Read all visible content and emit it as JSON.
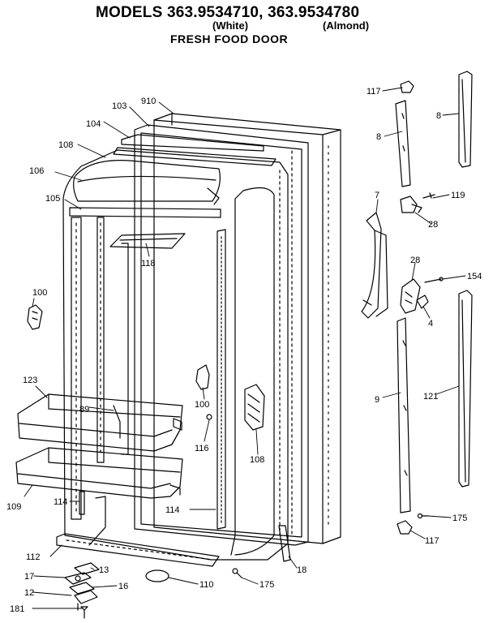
{
  "header": {
    "title": "MODELS 363.9534710, 363.9534780",
    "variant_white": "(White)",
    "variant_almond": "(Almond)",
    "subtitle": "FRESH FOOD DOOR"
  },
  "parts": {
    "p910": "910",
    "p103": "103",
    "p104": "104",
    "p108a": "108",
    "p106": "106",
    "p105": "105",
    "p118": "118",
    "p100a": "100",
    "p123": "123",
    "p89": "89",
    "p100b": "100",
    "p116": "116",
    "p108b": "108",
    "p109": "109",
    "p114a": "114",
    "p114b": "114",
    "p112": "112",
    "p13": "13",
    "p17": "17",
    "p16": "16",
    "p12": "12",
    "p181": "181",
    "p110": "110",
    "p175a": "175",
    "p18": "18",
    "p117a": "117",
    "p8a": "8",
    "p8b": "8",
    "p7": "7",
    "p119": "119",
    "p28a": "28",
    "p28b": "28",
    "p154": "154",
    "p4": "4",
    "p9": "9",
    "p121": "121",
    "p175b": "175",
    "p117b": "117"
  }
}
